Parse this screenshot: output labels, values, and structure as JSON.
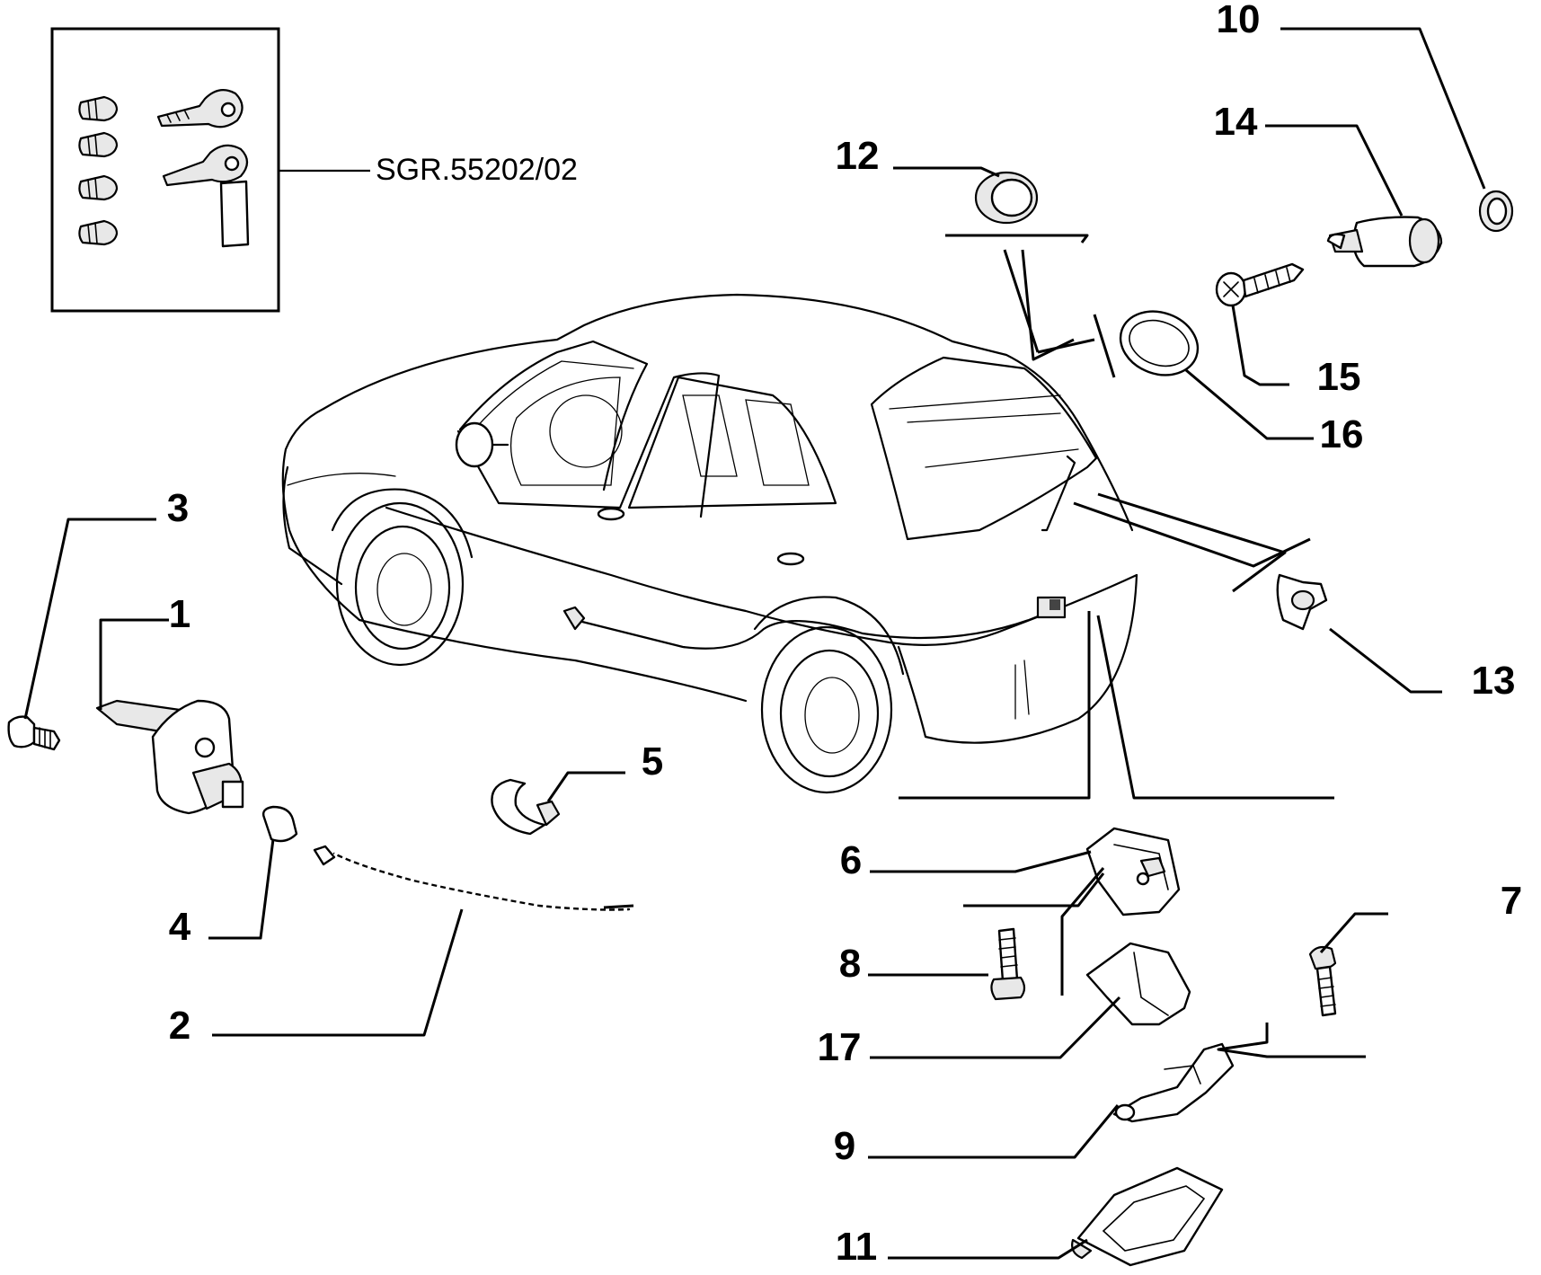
{
  "kit_reference": "SGR.55202/02",
  "callouts": {
    "n1": "1",
    "n2": "2",
    "n3": "3",
    "n4": "4",
    "n5": "5",
    "n6": "6",
    "n7": "7",
    "n8": "8",
    "n9": "9",
    "n10": "10",
    "n11": "11",
    "n12": "12",
    "n13": "13",
    "n14": "14",
    "n15": "15",
    "n16": "16",
    "n17": "17"
  }
}
